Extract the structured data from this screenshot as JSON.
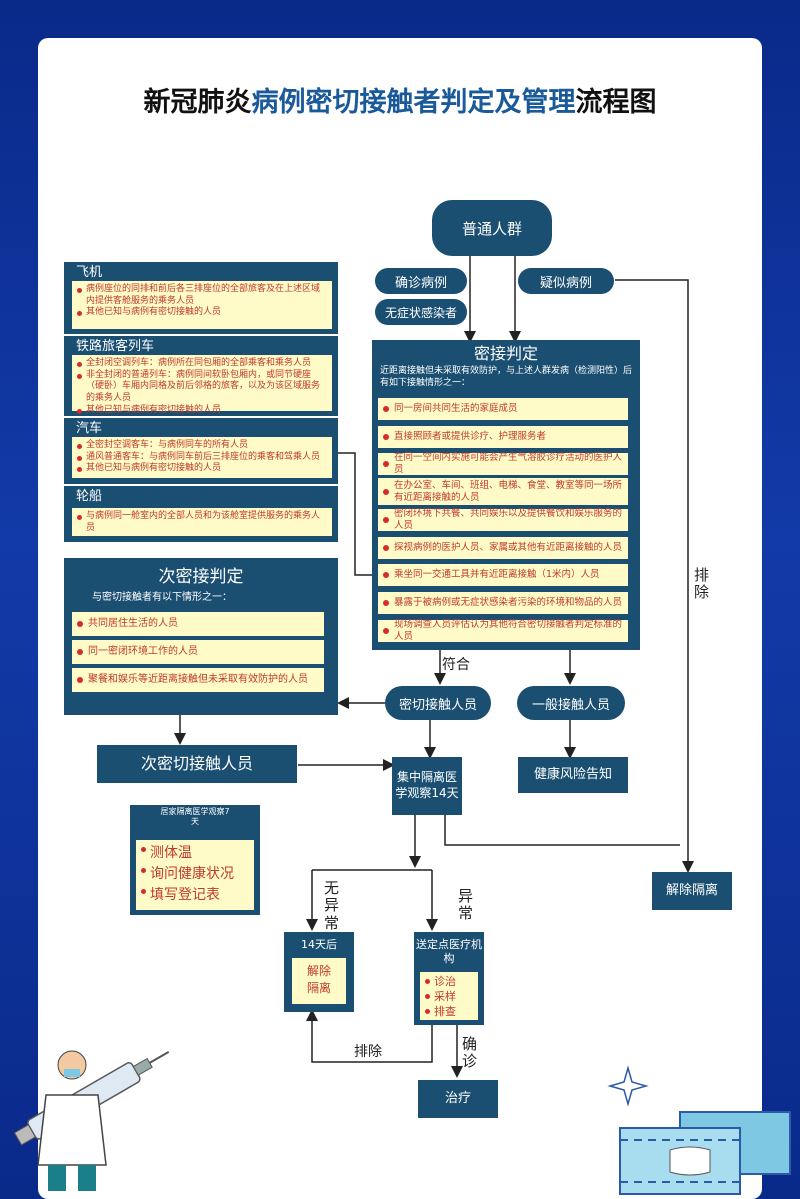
{
  "title": {
    "part1": "新冠肺炎",
    "part2": "病例密切接触者判定及管理",
    "part3": "流程图"
  },
  "general_population": "普通人群",
  "confirmed_case": "确诊病例",
  "suspected_case": "疑似病例",
  "asymptomatic": "无症状感染者",
  "close_contact_judgment": {
    "title": "密接判定",
    "intro": "近距离接触但未采取有效防护，与上述人群发病（检测阳性）后有如下接触情形之一：",
    "items": [
      "同一房间共同生活的家庭成员",
      "直接照顾者或提供诊疗、护理服务者",
      "在同一空间内实施可能会产生气溶胶诊疗活动的医护人员",
      "在办公室、车间、班组、电梯、食堂、教室等同一场所有近距离接触的人员",
      "密闭环境下共餐、共同娱乐以及提供餐饮和娱乐服务的人员",
      "探视病例的医护人员、家属或其他有近距离接触的人员",
      "乘坐同一交通工具并有近距离接触（1米内）人员",
      "暴露于被病例或无症状感染者污染的环境和物品的人员",
      "现场调查人员评估认为其他符合密切接触者判定标准的人员"
    ]
  },
  "transport": {
    "plane": {
      "title": "飞机",
      "items": [
        "病例座位的同排和前后各三排座位的全部旅客及在上述区域内提供客舱服务的乘务人员",
        "其他已知与病例有密切接触的人员"
      ]
    },
    "train": {
      "title": "铁路旅客列车",
      "items": [
        "全封闭空调列车：病例所在同包厢的全部乘客和乘务人员",
        "非全封闭的普通列车：病例同间软卧包厢内，或同节硬座（硬卧）车厢内同格及前后邻格的旅客，以及为该区域服务的乘务人员",
        "其他已知与病例有密切接触的人员"
      ]
    },
    "car": {
      "title": "汽车",
      "items": [
        "全密封空调客车：与病例同车的所有人员",
        "通风普通客车：与病例同车前后三排座位的乘客和驾乘人员",
        "其他已知与病例有密切接触的人员"
      ]
    },
    "ship": {
      "title": "轮船",
      "items": [
        "与病例同一舱室内的全部人员和为该舱室提供服务的乘务人员"
      ]
    }
  },
  "secondary_judgment": {
    "title": "次密接判定",
    "intro": "与密切接触者有以下情形之一：",
    "items": [
      "共同居住生活的人员",
      "同一密闭环境工作的人员",
      "聚餐和娱乐等近距离接触但未采取有效防护的人员"
    ]
  },
  "match_label": "符合",
  "exclude_label_right": "排除",
  "close_contact": "密切接触人员",
  "general_contact": "一般接触人员",
  "secondary_contact": "次密切接触人员",
  "health_notice": "健康风险告知",
  "central_quarantine": "集中隔离医学观察14天",
  "home_observation": {
    "title": "居家隔离医学观察7天",
    "items": [
      "测体温",
      "询问健康状况",
      "填写登记表"
    ]
  },
  "release_quarantine": "解除隔离",
  "normal_label": "无异常",
  "abnormal_label": "异常",
  "after_14_days": {
    "title": "14天后",
    "content": "解除隔离"
  },
  "hospital": {
    "title": "送定点医疗机构",
    "items": [
      "诊治",
      "采样",
      "排查"
    ]
  },
  "exclude_label_bottom": "排除",
  "confirmed_label": "确诊",
  "treatment": "治疗"
}
